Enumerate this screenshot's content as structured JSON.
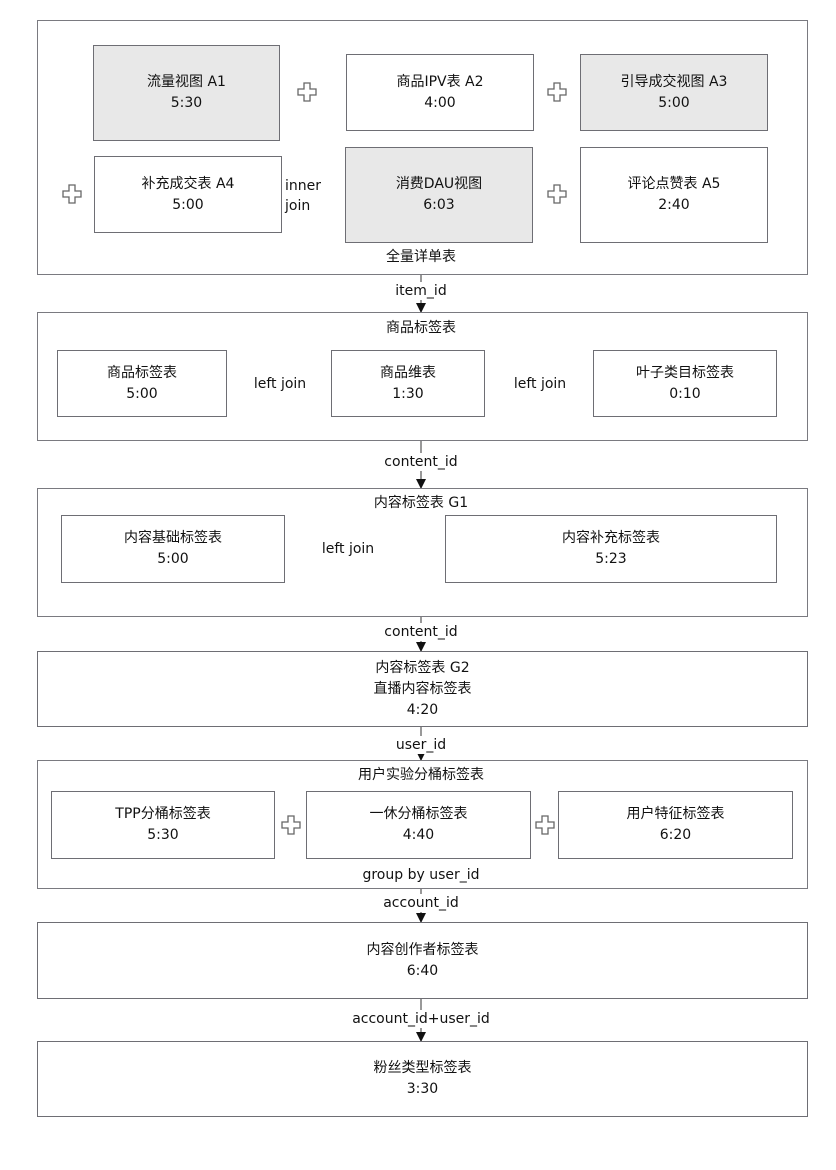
{
  "section1": {
    "footer_label": "全量详单表",
    "tables": [
      {
        "id": "A1",
        "name": "流量视图 A1",
        "time": "5:30",
        "shaded": true
      },
      {
        "id": "A2",
        "name": "商品IPV表 A2",
        "time": "4:00",
        "shaded": false
      },
      {
        "id": "A3",
        "name": "引导成交视图 A3",
        "time": "5:00",
        "shaded": true
      },
      {
        "id": "A4",
        "name": "补充成交表 A4",
        "time": "5:00",
        "shaded": false
      },
      {
        "id": "DAU",
        "name": "消费DAU视图",
        "time": "6:03",
        "shaded": true
      },
      {
        "id": "A5",
        "name": "评论点赞表 A5",
        "time": "2:40",
        "shaded": false
      }
    ],
    "join_label_line1": "inner",
    "join_label_line2": "join"
  },
  "connector1": "item_id",
  "section2": {
    "title": "商品标签表",
    "tables": [
      {
        "name": "商品标签表",
        "time": "5:00"
      },
      {
        "name": "商品维表",
        "time": "1:30"
      },
      {
        "name": "叶子类目标签表",
        "time": "0:10"
      }
    ],
    "join1": "left join",
    "join2": "left join"
  },
  "connector2": "content_id",
  "section3": {
    "title": "内容标签表 G1",
    "tables": [
      {
        "name": "内容基础标签表",
        "time": "5:00"
      },
      {
        "name": "内容补充标签表",
        "time": "5:23"
      }
    ],
    "join1": "left join"
  },
  "connector3": "content_id",
  "section4": {
    "title": "内容标签表 G2",
    "subtitle": "直播内容标签表",
    "time": "4:20"
  },
  "connector4": "user_id",
  "section5": {
    "title": "用户实验分桶标签表",
    "tables": [
      {
        "name": "TPP分桶标签表",
        "time": "5:30"
      },
      {
        "name": "一休分桶标签表",
        "time": "4:40"
      },
      {
        "name": "用户特征标签表",
        "time": "6:20"
      }
    ],
    "footer_label": "group by user_id"
  },
  "connector5": "account_id",
  "section6": {
    "title": "内容创作者标签表",
    "time": "6:40"
  },
  "connector6": "account_id+user_id",
  "section7": {
    "title": "粉丝类型标签表",
    "time": "3:30"
  },
  "icons": {
    "plus": "plus-icon",
    "arrow": "arrow-right-icon",
    "arrow_down": "arrow-down-icon"
  }
}
